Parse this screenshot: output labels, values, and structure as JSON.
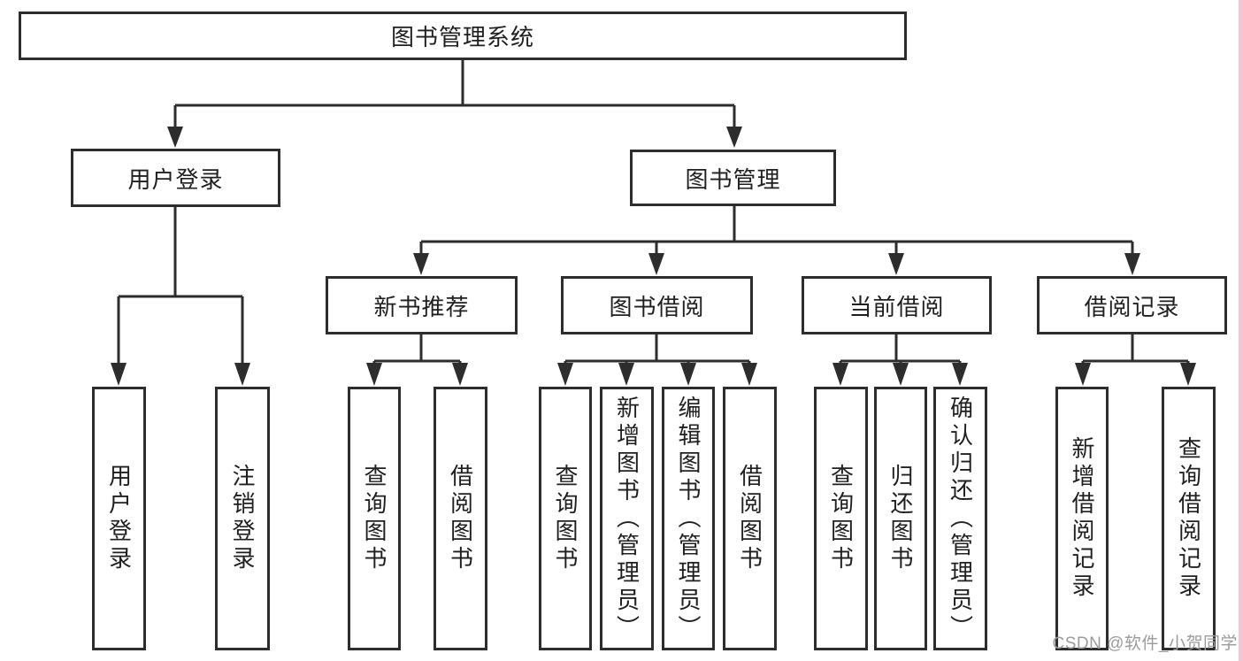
{
  "root": {
    "label": "图书管理系统"
  },
  "level2": {
    "user_login": {
      "label": "用户登录"
    },
    "book_management": {
      "label": "图书管理"
    }
  },
  "level3": {
    "new_book_recommend": {
      "label": "新书推荐"
    },
    "book_borrowing": {
      "label": "图书借阅"
    },
    "current_borrowing": {
      "label": "当前借阅"
    },
    "borrowing_records": {
      "label": "借阅记录"
    }
  },
  "level4": {
    "user_login_leaf": {
      "label": "用户登录"
    },
    "logout_leaf": {
      "label": "注销登录"
    },
    "recommend_query_books": {
      "label": "查询图书"
    },
    "recommend_borrow_books": {
      "label": "借阅图书"
    },
    "borrowing_query_books": {
      "label": "查询图书"
    },
    "add_book_admin": {
      "label": "新增图书（管理员）"
    },
    "edit_book_admin": {
      "label": "编辑图书（管理员）"
    },
    "borrowing_borrow_books": {
      "label": "借阅图书"
    },
    "current_query_books": {
      "label": "查询图书"
    },
    "return_books": {
      "label": "归还图书"
    },
    "confirm_return_admin": {
      "label": "确认归还（管理员）"
    },
    "add_borrow_record": {
      "label": "新增借阅记录"
    },
    "query_borrow_record": {
      "label": "查询借阅记录"
    }
  },
  "hierarchy": {
    "图书管理系统": [
      "用户登录",
      "图书管理"
    ],
    "用户登录": [
      "用户登录",
      "注销登录"
    ],
    "图书管理": [
      "新书推荐",
      "图书借阅",
      "当前借阅",
      "借阅记录"
    ],
    "新书推荐": [
      "查询图书",
      "借阅图书"
    ],
    "图书借阅": [
      "查询图书",
      "新增图书（管理员）",
      "编辑图书（管理员）",
      "借阅图书"
    ],
    "当前借阅": [
      "查询图书",
      "归还图书",
      "确认归还（管理员）"
    ],
    "借阅记录": [
      "新增借阅记录",
      "查询借阅记录"
    ]
  },
  "watermark": "CSDN @软件_小贺同学",
  "colors": {
    "line": "#2d2d2d",
    "box_border": "#2d2d2d",
    "text": "#1f1f1f",
    "watermark": "#9b9b9b",
    "right_edge_stripe": "#f4c6d5",
    "background": "#ffffff"
  }
}
